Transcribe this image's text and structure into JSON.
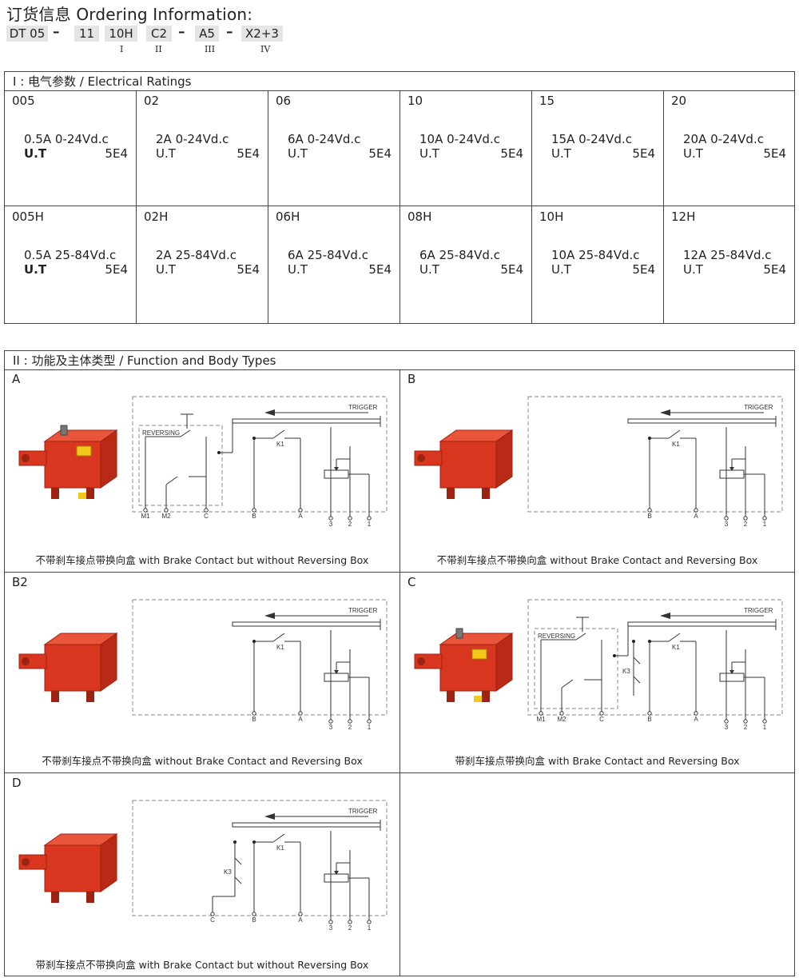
{
  "header": {
    "title": "订货信息  Ordering Information:",
    "codes": [
      "DT 05",
      "11",
      "10H",
      "C2",
      "A5",
      "X2+3"
    ],
    "dash": "–",
    "romans": [
      "I",
      "II",
      "III",
      "IV"
    ]
  },
  "section1": {
    "title": "I : 电气参数 / Electrical Ratings",
    "ut_label": "U.T",
    "ut_value": "5E4",
    "row1": [
      {
        "name": "005",
        "rating": "0.5A  0-24Vd.c"
      },
      {
        "name": "02",
        "rating": "2A  0-24Vd.c"
      },
      {
        "name": "06",
        "rating": "6A  0-24Vd.c"
      },
      {
        "name": "10",
        "rating": "10A  0-24Vd.c"
      },
      {
        "name": "15",
        "rating": "15A  0-24Vd.c"
      },
      {
        "name": "20",
        "rating": "20A  0-24Vd.c"
      }
    ],
    "row2": [
      {
        "name": "005H",
        "rating": "0.5A  25-84Vd.c"
      },
      {
        "name": "02H",
        "rating": "2A  25-84Vd.c"
      },
      {
        "name": "06H",
        "rating": "6A  25-84Vd.c"
      },
      {
        "name": "08H",
        "rating": "6A  25-84Vd.c"
      },
      {
        "name": "10H",
        "rating": "10A  25-84Vd.c"
      },
      {
        "name": "12H",
        "rating": "12A  25-84Vd.c"
      }
    ]
  },
  "section2": {
    "title": "II : 功能及主体类型 / Function and Body Types",
    "diagram_text": {
      "trigger": "TRIGGER",
      "reversing": "REVERSING",
      "k1": "K1",
      "k3": "K3",
      "terminals": [
        "M1",
        "M2",
        "C",
        "B",
        "A",
        "3",
        "2",
        "1"
      ]
    },
    "types": [
      {
        "label": "A",
        "caption": "不带刹车接点带换向盒  with Brake Contact but without Reversing  Box"
      },
      {
        "label": "B",
        "caption": "不带刹车接点不带换向盒  without  Brake Contact and Reversing  Box"
      },
      {
        "label": "B2",
        "caption": "不带刹车接点不带换向盒  without  Brake Contact and Reversing  Box"
      },
      {
        "label": "C",
        "caption": "带刹车接点带换向盒  with Brake Contact  and Reversing  Box"
      },
      {
        "label": "D",
        "caption": "带刹车接点不带换向盒  with Brake Contact but without  Reversing  Box"
      }
    ]
  },
  "colors": {
    "body_red": "#d8361e",
    "body_dark": "#9c2212",
    "terminal_yellow": "#f2c81a",
    "line": "#333333",
    "dash": "#888888",
    "code_bg": "#e5e5e5"
  }
}
